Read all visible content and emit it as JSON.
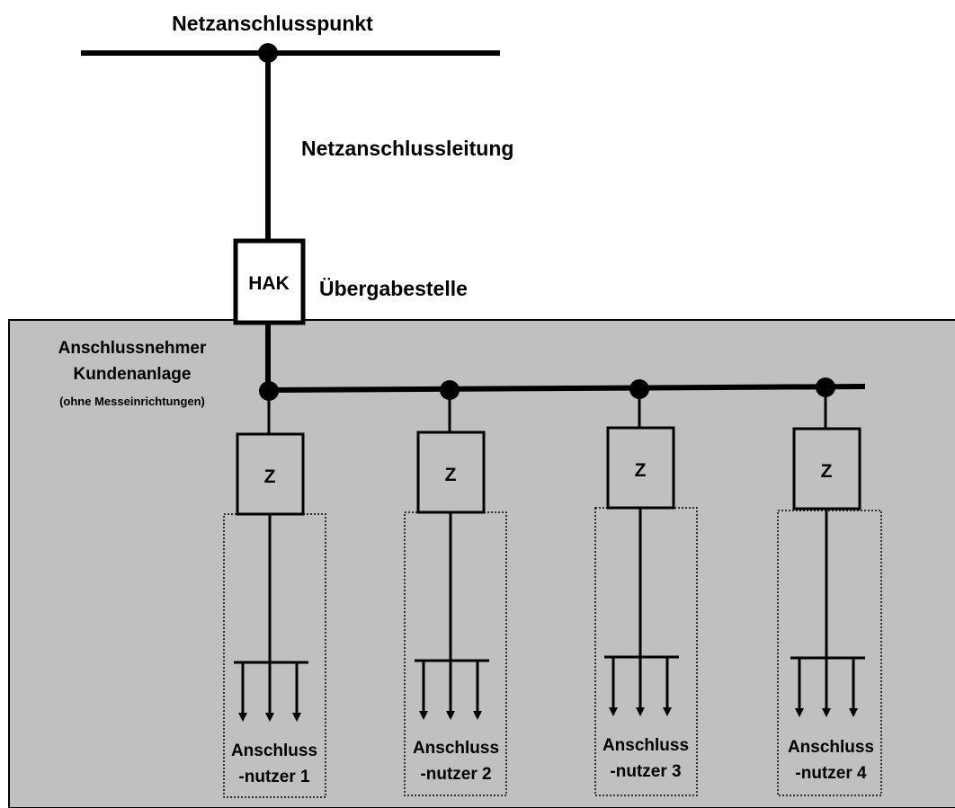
{
  "title": "Netzanschlusspunkt",
  "line_label": "Netzanschlussleitung",
  "hak_label": "HAK",
  "transfer_label": "Übergabestelle",
  "customer_area": {
    "line1": "Anschlussnehmer",
    "line2": "Kundenanlage",
    "line3": "(ohne Messeinrichtungen)"
  },
  "meter_label": "Z",
  "users": [
    {
      "line1": "Anschluss",
      "line2": "-nutzer 1"
    },
    {
      "line1": "Anschluss",
      "line2": "-nutzer 2"
    },
    {
      "line1": "Anschluss",
      "line2": "-nutzer 3"
    },
    {
      "line1": "Anschluss",
      "line2": "-nutzer 4"
    }
  ],
  "colors": {
    "customer_area_fill": "#c0c0c0",
    "line": "#000000"
  }
}
